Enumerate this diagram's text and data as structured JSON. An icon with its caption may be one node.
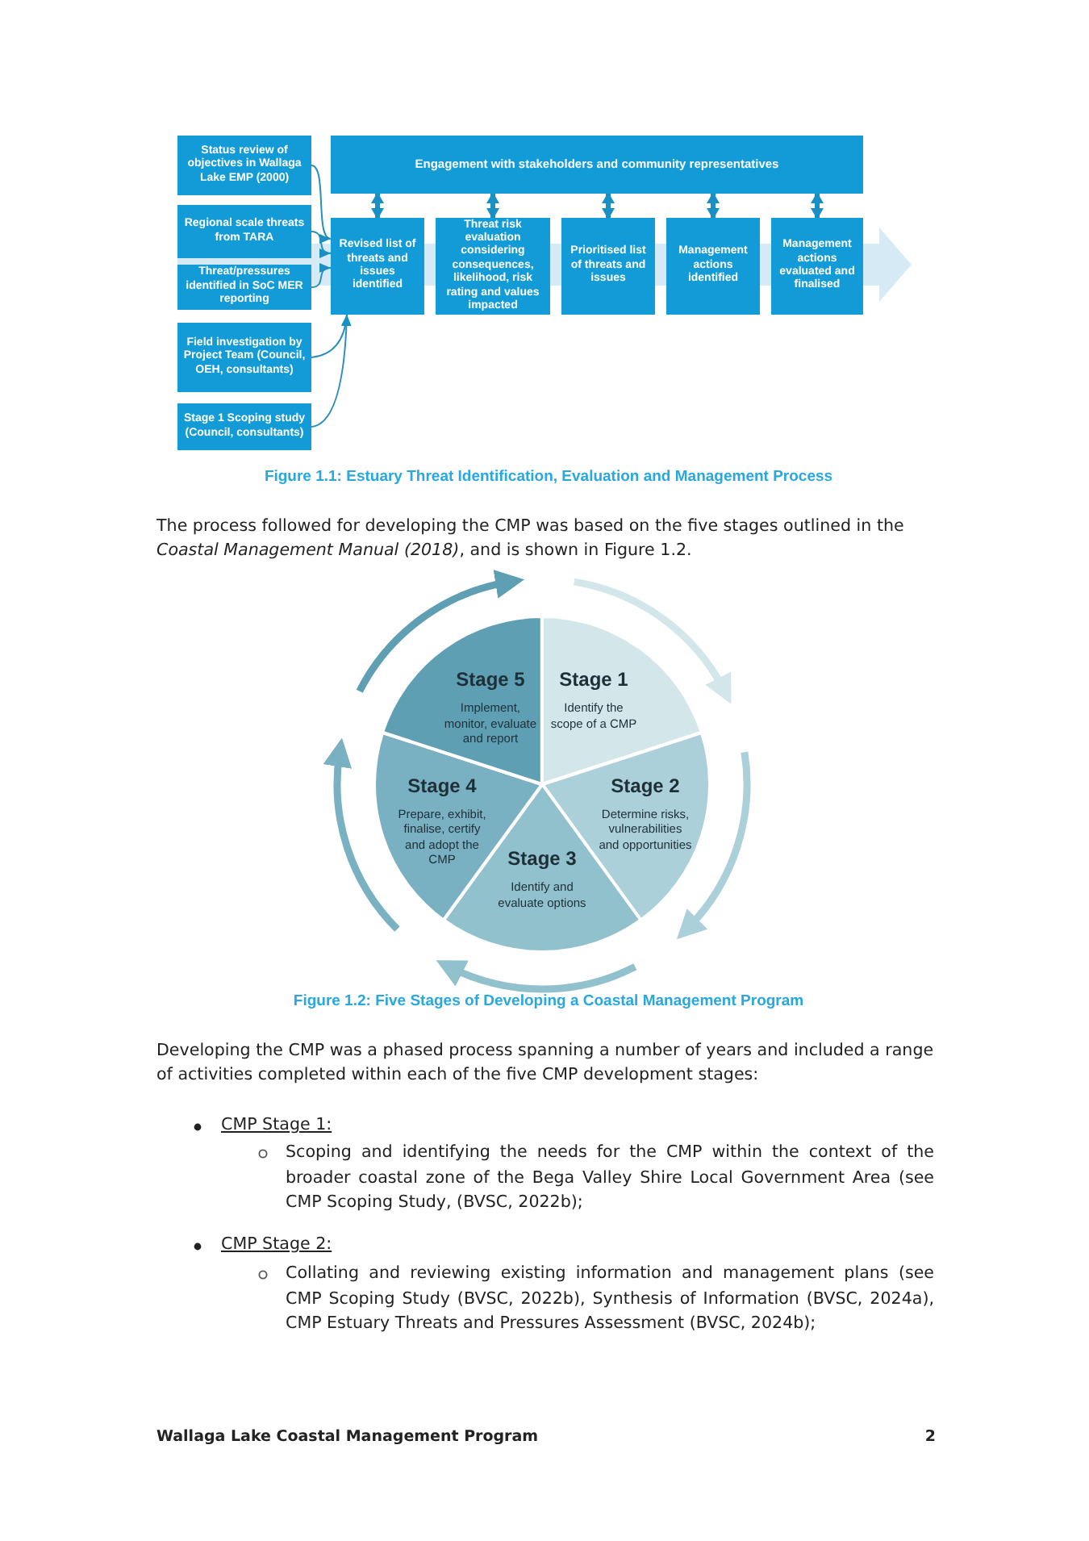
{
  "diagram": {
    "nodes": [
      {
        "text": [
          "Status review of objectives in Wallaga Lake EMP (2000)"
        ]
      },
      {
        "text": [
          "Regional scale threats from TARA"
        ]
      },
      {
        "text": [
          "Threat/pressures identified in SoC MER reporting"
        ]
      },
      {
        "text": [
          "Field investigation by Project Team (Council, OEH, consultants)"
        ]
      },
      {
        "text": [
          "Stage 1 Scoping study (Council, consultants)"
        ]
      },
      {
        "text": [
          "Engagement with stakeholders and community representatives"
        ]
      },
      {
        "text": [
          "Revised list of threats and issues identified"
        ]
      },
      {
        "text": [
          "Threat risk evaluation considering consequences, likelihood, risk rating and values impacted"
        ]
      },
      {
        "text": [
          "Prioritised list of threats and issues"
        ]
      },
      {
        "text": [
          "Management actions identified"
        ]
      },
      {
        "text": [
          "Management actions evaluated and finalised"
        ]
      },
      {
        "text": [
          "Stage 1",
          "Identify the scope of a CMP"
        ]
      },
      {
        "text": [
          "Stage 2",
          "Determine risks, vulnerabilities and opportunities"
        ]
      },
      {
        "text": [
          "Stage 3",
          "Identify and evaluate options"
        ]
      },
      {
        "text": [
          "Stage 4",
          "Prepare, exhibit, finalise, certify and adopt the CMP"
        ]
      },
      {
        "text": [
          "Stage 5",
          "Implement, monitor, evaluate and report"
        ]
      }
    ],
    "edges": [
      {
        "from": 0,
        "to": 6,
        "arrow": "to"
      },
      {
        "from": 1,
        "to": 6,
        "arrow": "to"
      },
      {
        "from": 2,
        "to": 6,
        "arrow": "to"
      },
      {
        "from": 3,
        "to": 6,
        "arrow": "to"
      },
      {
        "from": 4,
        "to": 6,
        "arrow": "to"
      },
      {
        "from": 5,
        "to": 6,
        "arrow": "both",
        "style": "thick"
      },
      {
        "from": 5,
        "to": 7,
        "arrow": "both",
        "style": "thick"
      },
      {
        "from": 5,
        "to": 8,
        "arrow": "both",
        "style": "thick"
      },
      {
        "from": 5,
        "to": 9,
        "arrow": "both",
        "style": "thick"
      },
      {
        "from": 5,
        "to": 10,
        "arrow": "both",
        "style": "thick"
      }
    ],
    "labels": [
      "Figure 1.1: Estuary Threat Identification, Evaluation and Management Process",
      "The process followed for developing the CMP was based on the five stages outlined in the *Coastal Management Manual (2018)*, and is shown in Figure 1.2.",
      "Figure 1.2: Five Stages of Developing a Coastal Management Program",
      "Developing the CMP was a phased process spanning a number of years and included a range of activities completed within each of the five CMP development stages:",
      "CMP Stage 1:",
      "Scoping and identifying the needs for the CMP within the context of the broader coastal zone of the Bega Valley Shire Local Government Area (see CMP Scoping Study, (BVSC, 2022b);",
      "CMP Stage 2:",
      "Collating and reviewing existing information and management plans (see CMP Scoping Study (BVSC, 2022b), Synthesis of Information (BVSC, 2024a), CMP Estuary Threats and Pressures Assessment (BVSC, 2024b);",
      "Wallaga Lake Coastal Management Program",
      "2"
    ]
  }
}
